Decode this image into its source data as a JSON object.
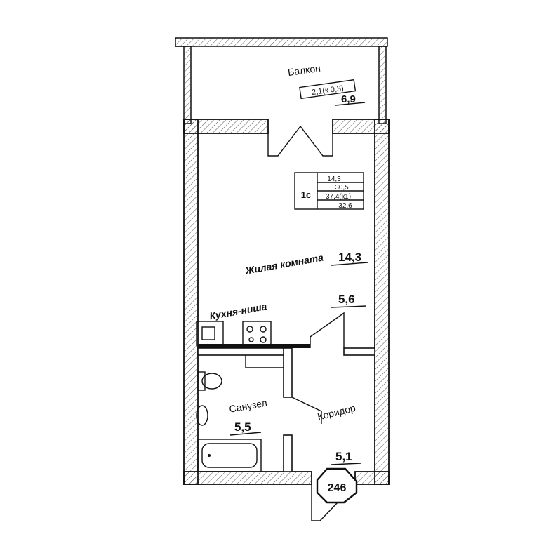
{
  "rooms": {
    "balcony": {
      "name": "Балкон",
      "formula": "2,1(к 0,3)",
      "area": "6,9"
    },
    "living": {
      "name": "Жилая комната",
      "area": "14,3"
    },
    "kitchen": {
      "name": "Кухня-ниша",
      "area": "5,6"
    },
    "bathroom": {
      "name": "Санузел",
      "area": "5,5"
    },
    "corridor": {
      "name": "Коридор",
      "area": "5,1"
    }
  },
  "summary": {
    "type": "1с",
    "values": [
      "14,3",
      "30,5",
      "37,4(к1)",
      "32,6"
    ]
  },
  "apartment_number": "246"
}
